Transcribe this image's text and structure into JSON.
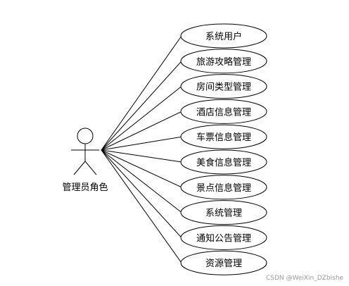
{
  "actor": {
    "label": "管理员角色"
  },
  "use_cases": [
    "系统用户",
    "旅游攻略管理",
    "房间类型管理",
    "酒店信息管理",
    "车票信息管理",
    "美食信息管理",
    "景点信息管理",
    "系统管理",
    "通知公告管理",
    "资源管理"
  ],
  "watermark": "CSDN @WeiXin_DZbishe",
  "colors": {
    "ellipse_fill": "#ffffff",
    "stroke": "#000000"
  }
}
